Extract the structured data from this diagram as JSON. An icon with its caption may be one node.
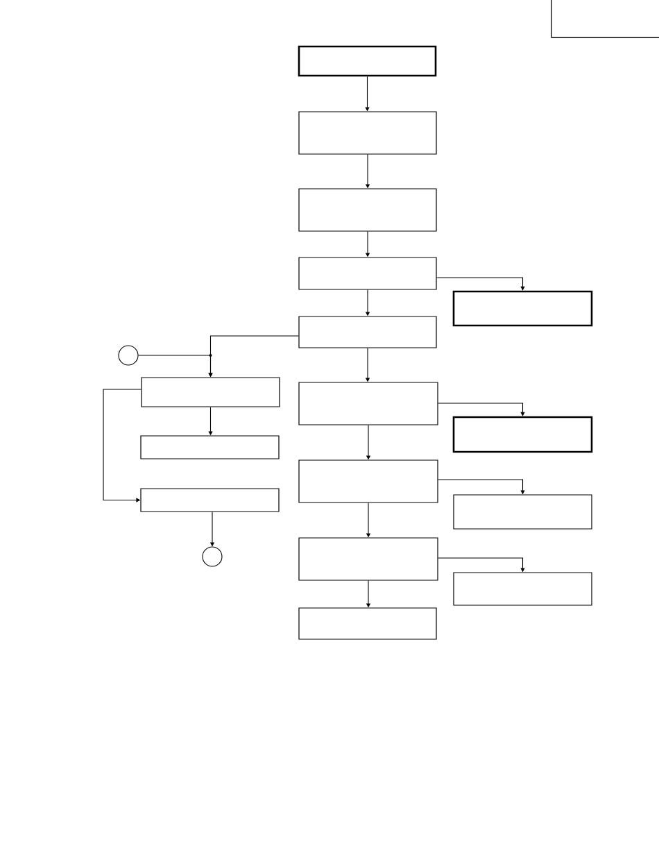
{
  "diagram": {
    "nodes": [
      {
        "text": [],
        "shape": "box"
      },
      {
        "text": [],
        "shape": "box"
      },
      {
        "text": [],
        "shape": "box"
      },
      {
        "text": [],
        "shape": "box"
      },
      {
        "text": [],
        "shape": "box"
      },
      {
        "text": [],
        "shape": "box"
      },
      {
        "text": [],
        "shape": "box"
      },
      {
        "text": [],
        "shape": "box"
      },
      {
        "text": [],
        "shape": "box"
      },
      {
        "text": [],
        "shape": "box"
      },
      {
        "text": [],
        "shape": "box"
      },
      {
        "text": [],
        "shape": "box"
      },
      {
        "text": [],
        "shape": "box"
      },
      {
        "text": [],
        "shape": "box"
      },
      {
        "text": [],
        "shape": "box"
      },
      {
        "text": [],
        "shape": "box"
      },
      {
        "text": [],
        "shape": "circle"
      },
      {
        "text": [],
        "shape": "circle"
      }
    ],
    "edges": [
      {
        "from": 0,
        "to": 1,
        "arrow": "to"
      },
      {
        "from": 1,
        "to": 2,
        "arrow": "to"
      },
      {
        "from": 2,
        "to": 3,
        "arrow": "to"
      },
      {
        "from": 3,
        "to": 4,
        "arrow": "to"
      },
      {
        "from": 4,
        "to": 5,
        "arrow": "to"
      },
      {
        "from": 5,
        "to": 6,
        "arrow": "to"
      },
      {
        "from": 6,
        "to": 7,
        "arrow": "to"
      },
      {
        "from": 7,
        "to": 8,
        "arrow": "to"
      },
      {
        "from": 3,
        "to": 9,
        "arrow": "to"
      },
      {
        "from": 5,
        "to": 10,
        "arrow": "to"
      },
      {
        "from": 6,
        "to": 11,
        "arrow": "to"
      },
      {
        "from": 7,
        "to": 12,
        "arrow": "to"
      },
      {
        "from": 4,
        "to": 13,
        "arrow": "to"
      },
      {
        "from": 16,
        "to": 13,
        "arrow": "to"
      },
      {
        "from": 13,
        "to": 14,
        "arrow": "to"
      },
      {
        "from": 13,
        "to": 15,
        "arrow": "to"
      },
      {
        "from": 15,
        "to": 17,
        "arrow": "to"
      }
    ]
  }
}
